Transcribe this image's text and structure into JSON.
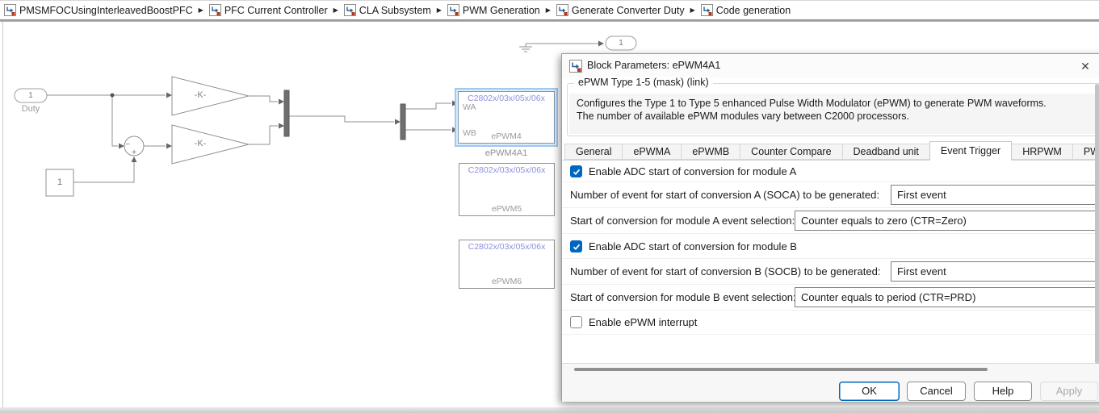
{
  "breadcrumb": {
    "separator": "▶",
    "items": [
      {
        "label": "PMSMFOCUsingInterleavedBoostPFC"
      },
      {
        "label": "PFC Current Controller"
      },
      {
        "label": "CLA Subsystem"
      },
      {
        "label": "PWM Generation"
      },
      {
        "label": "Generate Converter Duty"
      },
      {
        "label": "Code generation"
      }
    ]
  },
  "diagram": {
    "inport": {
      "number": "1",
      "label": "Duty"
    },
    "constant": {
      "value": "1"
    },
    "gain1": {
      "label": "-K-"
    },
    "gain2": {
      "label": "-K-"
    },
    "sum": {
      "minus": "−",
      "plus": "+"
    },
    "outport": {
      "number": "1"
    },
    "epwm4": {
      "chip": "C2802x/03x/05x/06x",
      "port_a": "WA",
      "port_b": "WB",
      "name": "ePWM4",
      "block_label": "ePWM4A1"
    },
    "epwm5": {
      "chip": "C2802x/03x/05x/06x",
      "name": "ePWM5"
    },
    "epwm6": {
      "chip": "C2802x/03x/05x/06x",
      "name": "ePWM6"
    }
  },
  "dialog": {
    "title": "Block Parameters: ePWM4A1",
    "close_icon": "✕",
    "mask": {
      "heading": "ePWM Type 1-5 (mask) (link)",
      "description_line1": "Configures the Type 1 to Type 5 enhanced Pulse Width Modulator (ePWM) to generate PWM waveforms.",
      "description_line2": "The number of available ePWM modules vary between C2000 processors."
    },
    "tabs": [
      {
        "label": "General",
        "selected": false
      },
      {
        "label": "ePWMA",
        "selected": false
      },
      {
        "label": "ePWMB",
        "selected": false
      },
      {
        "label": "Counter Compare",
        "selected": false
      },
      {
        "label": "Deadband unit",
        "selected": false
      },
      {
        "label": "Event Trigger",
        "selected": true
      },
      {
        "label": "HRPWM",
        "selected": false
      },
      {
        "label": "PW",
        "selected": false
      }
    ],
    "fields": {
      "enable_soca": {
        "label": "Enable ADC start of conversion for module A",
        "checked": true
      },
      "soca_count": {
        "label": "Number of event for start of conversion A (SOCA) to be generated:",
        "value": "First event"
      },
      "soca_event": {
        "label": "Start of conversion for module A event selection:",
        "value": "Counter equals to zero (CTR=Zero)"
      },
      "enable_socb": {
        "label": "Enable ADC start of conversion for module B",
        "checked": true
      },
      "socb_count": {
        "label": "Number of event for start of conversion B (SOCB) to be generated:",
        "value": "First event"
      },
      "socb_event": {
        "label": "Start of conversion for module B event selection:",
        "value": "Counter equals to period (CTR=PRD)"
      },
      "enable_interrupt": {
        "label": "Enable ePWM interrupt",
        "checked": false
      }
    },
    "buttons": {
      "ok": "OK",
      "cancel": "Cancel",
      "help": "Help",
      "apply": "Apply"
    }
  },
  "colors": {
    "accent_blue": "#0067c0",
    "selection_highlight": "#9ec9f0",
    "chip_text_purple": "#8e8fdb",
    "wire_gray": "#8f8f8f"
  }
}
